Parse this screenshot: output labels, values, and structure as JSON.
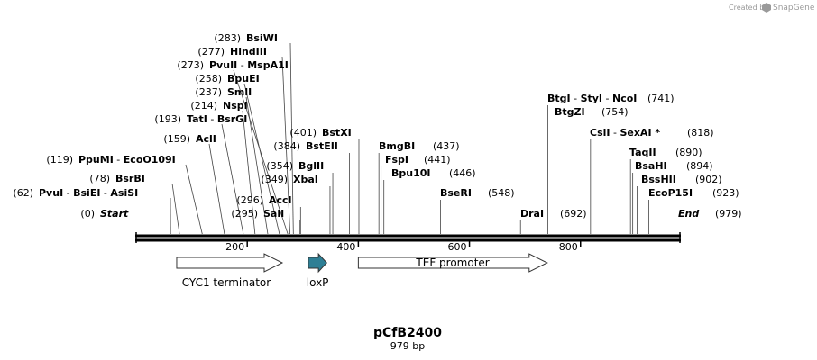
{
  "credit": "Created by",
  "brand": "SnapGene",
  "title": "pCfB2400",
  "subtitle": "979 bp",
  "sequence_length": 979,
  "axis_ticks": [
    {
      "bp": 200,
      "label": "200"
    },
    {
      "bp": 400,
      "label": "400"
    },
    {
      "bp": 600,
      "label": "600"
    },
    {
      "bp": 800,
      "label": "800"
    }
  ],
  "left_group": [
    {
      "pos": "(283)",
      "name": "BsiWI",
      "bp": 283
    },
    {
      "pos": "(277)",
      "name": "HindIII",
      "bp": 277
    },
    {
      "pos": "(273)",
      "name": "PvuII",
      "name2": "MspA1I",
      "bp": 273
    },
    {
      "pos": "(258)",
      "name": "BpuEI",
      "bp": 258
    },
    {
      "pos": "(237)",
      "name": "SmlI",
      "bp": 237
    },
    {
      "pos": "(214)",
      "name": "NspI",
      "bp": 214
    },
    {
      "pos": "(193)",
      "name": "TatI",
      "name2": "BsrGI",
      "bp": 193
    },
    {
      "pos": "(159)",
      "name": "AclI",
      "bp": 159
    },
    {
      "pos": "(119)",
      "name": "PpuMI",
      "name2": "EcoO109I",
      "bp": 119
    },
    {
      "pos": "(78)",
      "name": "BsrBI",
      "bp": 78
    },
    {
      "pos": "(62)",
      "name": "PvuI",
      "name2": "BsiEI",
      "name3": "AsiSI",
      "bp": 62
    },
    {
      "pos": "(0)",
      "name": "Start",
      "bp": 0,
      "italic": true
    }
  ],
  "mid_group": [
    {
      "pos": "(401)",
      "name": "BstXI",
      "bp": 401
    },
    {
      "pos": "(384)",
      "name": "BstEII",
      "bp": 384
    },
    {
      "pos": "(354)",
      "name": "BglII",
      "bp": 354
    },
    {
      "pos": "(349)",
      "name": "XbaI",
      "bp": 349
    },
    {
      "pos": "(296)",
      "name": "AccI",
      "bp": 296
    },
    {
      "pos": "(295)",
      "name": "SalI",
      "bp": 295
    }
  ],
  "right_mid_group": [
    {
      "name": "BmgBI",
      "pos": "(437)",
      "bp": 437
    },
    {
      "name": "FspI",
      "pos": "(441)",
      "bp": 441
    },
    {
      "name": "Bpu10I",
      "pos": "(446)",
      "bp": 446
    },
    {
      "name": "BseRI",
      "pos": "(548)",
      "bp": 548
    },
    {
      "name": "DraI",
      "pos": "(692)",
      "bp": 692
    }
  ],
  "right_group": [
    {
      "name": "BtgI",
      "name2": "StyI",
      "name3": "NcoI",
      "pos": "(741)",
      "bp": 741
    },
    {
      "name": "BtgZI",
      "pos": "(754)",
      "bp": 754
    },
    {
      "name": "CsiI",
      "name2": "SexAI *",
      "pos": "(818)",
      "bp": 818
    },
    {
      "name": "TaqII",
      "pos": "(890)",
      "bp": 890
    },
    {
      "name": "BsaHI",
      "pos": "(894)",
      "bp": 894
    },
    {
      "name": "BssHII",
      "pos": "(902)",
      "bp": 902
    },
    {
      "name": "EcoP15I",
      "pos": "(923)",
      "bp": 923
    },
    {
      "name": "End",
      "pos": "(979)",
      "bp": 979,
      "italic": true
    }
  ],
  "features": [
    {
      "name": "CYC1 terminator",
      "start": 73,
      "end": 263,
      "color": "#ffffff"
    },
    {
      "name": "loxP",
      "start": 310,
      "end": 343,
      "color": "#2e7f95"
    },
    {
      "name": "TEF promoter",
      "start": 400,
      "end": 740,
      "color": "#ffffff"
    }
  ]
}
